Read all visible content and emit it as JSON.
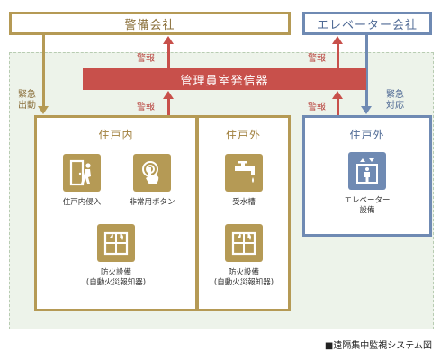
{
  "companies": {
    "security": "警備会社",
    "elevator": "エレベーター会社"
  },
  "transmitter": "管理員室発信器",
  "labels": {
    "alert": "警報",
    "emergency_dispatch": "緊急\n出動",
    "emergency_response": "緊急\n対応"
  },
  "zones": {
    "inside": {
      "title": "住戸内",
      "items": [
        {
          "icon": "door-intrusion-icon",
          "label": "住戸内侵入"
        },
        {
          "icon": "emergency-button-icon",
          "label": "非常用ボタン"
        },
        {
          "icon": "fire-equipment-icon",
          "label": "防火設備",
          "sub": "(自動火災報知器)"
        }
      ]
    },
    "outside": {
      "title": "住戸外",
      "items": [
        {
          "icon": "water-tank-icon",
          "label": "受水槽"
        },
        {
          "icon": "fire-equipment-icon",
          "label": "防火設備",
          "sub": "(自動火災報知器)"
        }
      ]
    },
    "elevator": {
      "title": "住戸外",
      "items": [
        {
          "icon": "elevator-icon",
          "label": "エレベーター",
          "sub": "設備"
        }
      ]
    }
  },
  "caption": "■遠隔集中監視システム図",
  "colors": {
    "gold": "#b59a55",
    "blue": "#6f8ab3",
    "red": "#c8504b",
    "green_bg": "#edf3ea"
  }
}
